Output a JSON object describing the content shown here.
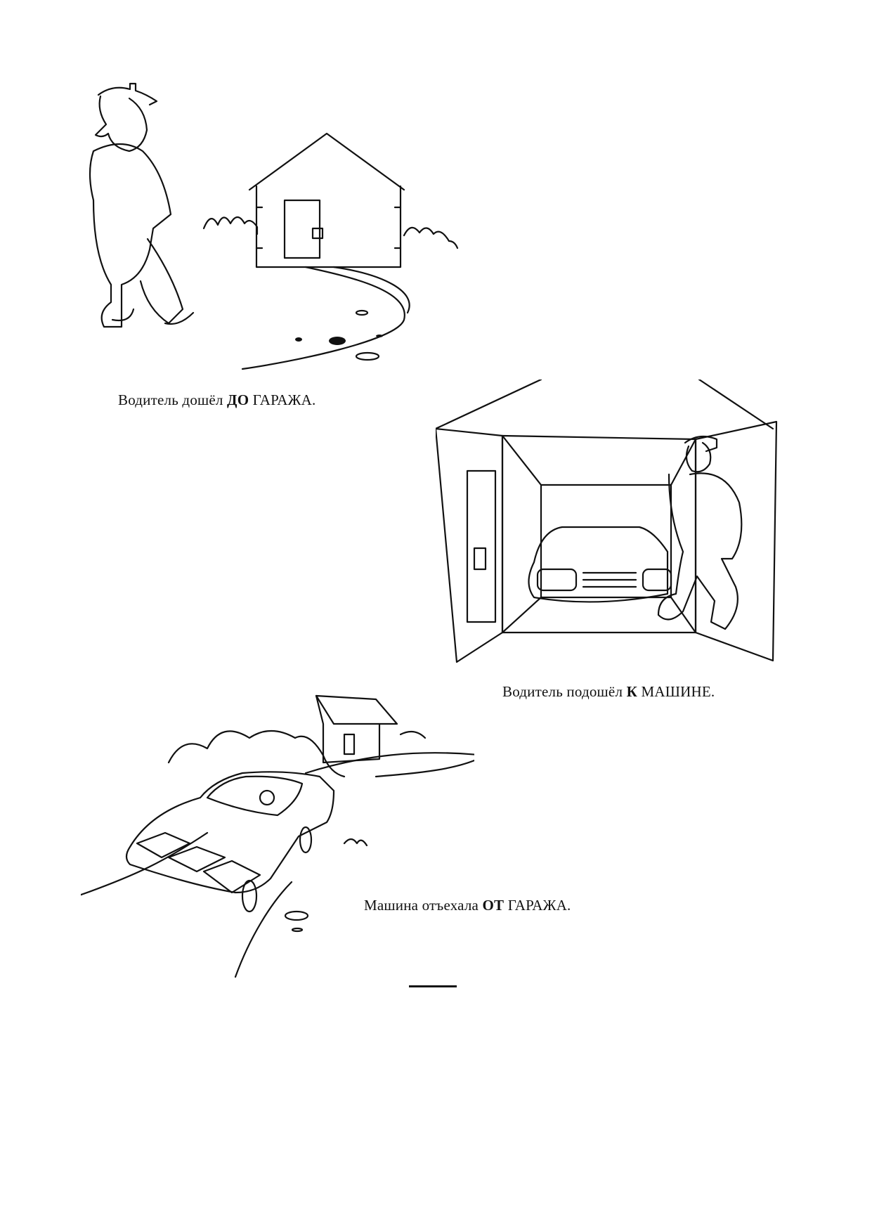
{
  "captions": [
    {
      "before": "Водитель дошёл ",
      "bold": "ДО",
      "after": " ГАРАЖА."
    },
    {
      "before": "Водитель подошёл ",
      "bold": "К",
      "after": " МАШИНЕ."
    },
    {
      "before": "Машина отъехала ",
      "bold": "ОТ",
      "after": " ГАРАЖА."
    }
  ],
  "scenes": [
    {
      "name": "driver-walks-to-garage"
    },
    {
      "name": "driver-approaches-car-in-garage"
    },
    {
      "name": "car-drives-away-from-garage"
    }
  ]
}
